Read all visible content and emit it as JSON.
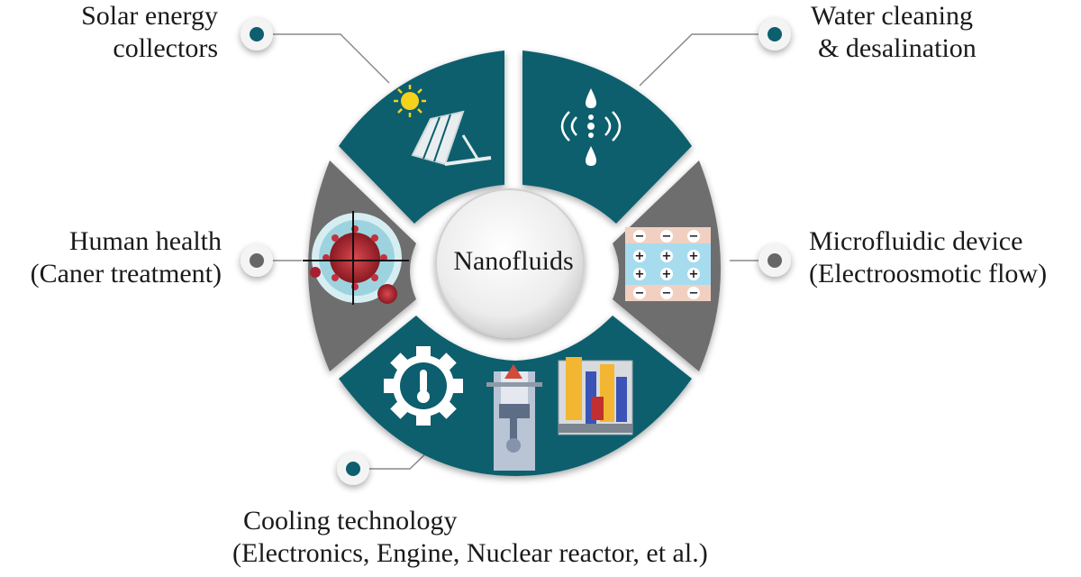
{
  "center": {
    "label": "Nanofluids"
  },
  "labels": {
    "solar": {
      "line1": "Solar energy",
      "line2": "collectors"
    },
    "water": {
      "line1": "Water cleaning",
      "line2": "& desalination"
    },
    "health": {
      "line1": "Human health",
      "line2": "(Caner treatment)"
    },
    "micro": {
      "line1": "Microfluidic device",
      "line2": "(Electroosmotic flow)"
    },
    "cooling": {
      "line1": "Cooling technology",
      "line2": "(Electronics, Engine, Nuclear reactor, et al.)"
    }
  },
  "microfluidic_signs": {
    "negative": "−",
    "positive": "+"
  },
  "colors": {
    "teal": "#0d5e6e",
    "gray": "#6e6e6e",
    "center_fill": "#e8e8e8",
    "line": "#8a8a8a"
  }
}
